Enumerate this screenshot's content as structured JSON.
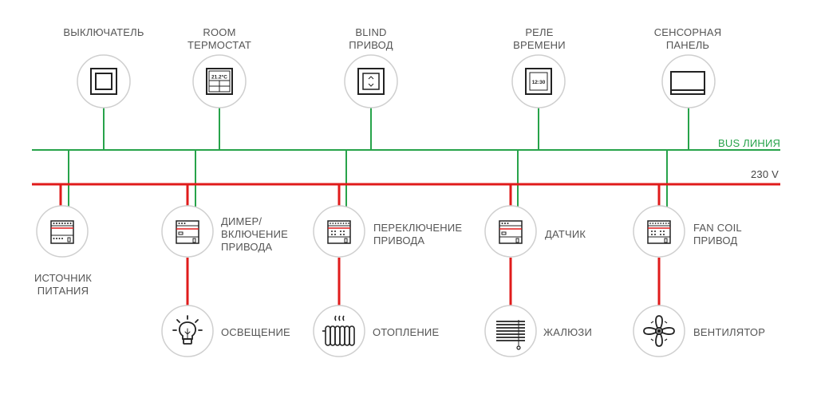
{
  "colors": {
    "bus_line": "#27a34a",
    "power_line": "#e01b1b",
    "circle_stroke": "#cccccc",
    "icon_stroke": "#222222",
    "label_text": "#555555"
  },
  "lines": {
    "bus_label": "BUS ЛИНИЯ",
    "power_label": "230 V"
  },
  "top_devices": [
    {
      "id": "switch",
      "label": "ВЫКЛЮЧАТЕЛЬ",
      "icon": "switch-icon"
    },
    {
      "id": "room-thermostat",
      "label": "ROOM\nТЕРМОСТАТ",
      "icon": "thermostat-icon",
      "display": "21.2°C"
    },
    {
      "id": "blind-drive",
      "label": "BLIND\nПРИВОД",
      "icon": "blind-control-icon"
    },
    {
      "id": "time-relay",
      "label": "РЕЛЕ\nВРЕМЕНИ",
      "icon": "time-relay-icon",
      "display": "12:30"
    },
    {
      "id": "touch-panel",
      "label": "СЕНСОРНАЯ\nПАНЕЛЬ",
      "icon": "touch-panel-icon"
    }
  ],
  "modules": [
    {
      "id": "power-supply",
      "label": "ИСТОЧНИК\nПИТАНИЯ",
      "icon": "power-supply-module-icon"
    },
    {
      "id": "dimmer",
      "label": "ДИМЕР/\nВКЛЮЧЕНИЕ\nПРИВОДА",
      "icon": "dimmer-module-icon"
    },
    {
      "id": "switch-actuator",
      "label": "ПЕРЕКЛЮЧЕНИЕ\nПРИВОДА",
      "icon": "switch-actuator-module-icon"
    },
    {
      "id": "sensor",
      "label": "ДАТЧИК",
      "icon": "sensor-module-icon"
    },
    {
      "id": "fan-coil",
      "label": "FAN COIL\nПРИВОД",
      "icon": "fan-coil-module-icon"
    }
  ],
  "loads": [
    {
      "id": "lighting",
      "label": "ОСВЕЩЕНИЕ",
      "icon": "light-bulb-icon"
    },
    {
      "id": "heating",
      "label": "ОТОПЛЕНИЕ",
      "icon": "radiator-icon"
    },
    {
      "id": "blinds",
      "label": "ЖАЛЮЗИ",
      "icon": "blinds-icon"
    },
    {
      "id": "fan",
      "label": "ВЕНТИЛЯТОР",
      "icon": "fan-icon"
    }
  ]
}
